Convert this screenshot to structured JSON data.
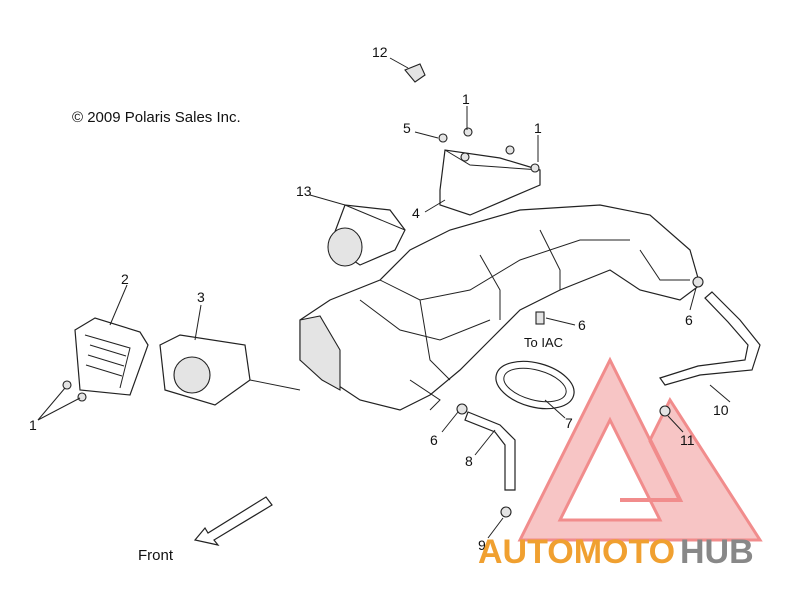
{
  "copyright": "© 2009 Polaris Sales Inc.",
  "callouts": {
    "c1_top_a": "1",
    "c1_top_b": "1",
    "c1_left": "1",
    "c2": "2",
    "c3": "3",
    "c4": "4",
    "c5": "5",
    "c6_right": "6",
    "c6_mid": "6",
    "c6_low": "6",
    "c7": "7",
    "c8": "8",
    "c9": "9",
    "c10": "10",
    "c11": "11",
    "c12": "12",
    "c13": "13"
  },
  "notes": {
    "to_iac": "To IAC"
  },
  "direction": {
    "front": "Front"
  },
  "watermark": {
    "part_a": "AUTOMOTO",
    "part_b": "HUB"
  },
  "colors": {
    "line": "#222222",
    "watermark_red": "#e84040",
    "watermark_orange": "#f0a030",
    "watermark_gray": "#888888"
  }
}
